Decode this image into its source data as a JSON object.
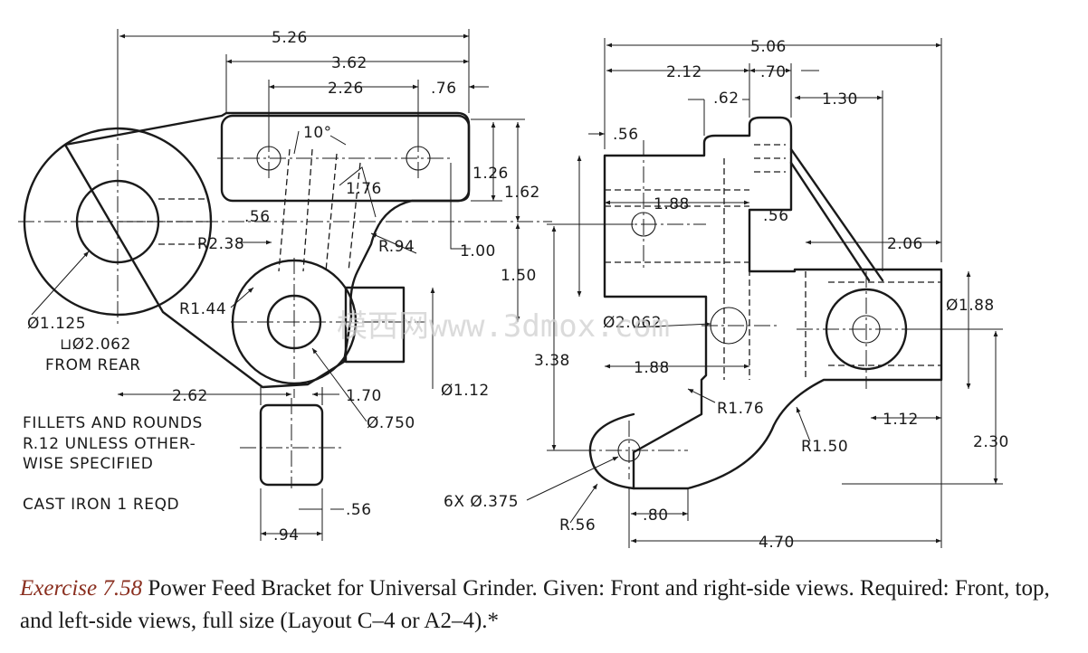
{
  "dims": {
    "d526": "5.26",
    "d362": "3.62",
    "d226": "2.26",
    "d076": ".76",
    "d10deg": "10°",
    "d126": "1.26",
    "d162": "1.62",
    "d176": "1.76",
    "d056": ".56",
    "d238": "R2.38",
    "d094r": "R.94",
    "d100": "1.00",
    "d150": "1.50",
    "d144": "R1.44",
    "d1125": "Ø1.125",
    "d2062": "⊔Ø2.062",
    "rear": "FROM REAR",
    "d262": "2.62",
    "d170": "1.70",
    "d112": "Ø1.12",
    "d750": "Ø.750",
    "d056b": ".56",
    "d094": ".94",
    "r506": "5.06",
    "r212": "2.12",
    "r070": ".70",
    "r062": ".62",
    "r130": "1.30",
    "r056": ".56",
    "r188": "1.88",
    "r056b": ".56",
    "r206": "2.06",
    "r188d": "Ø1.88",
    "r2062": "Ø2.062",
    "r338": "3.38",
    "r188b": "1.88",
    "r176": "R1.76",
    "r112": "1.12",
    "r150": "R1.50",
    "r230": "2.30",
    "r375": "6X Ø.375",
    "r056r": "R.56",
    "r080": ".80",
    "r470": "4.70"
  },
  "notes": {
    "line1": "FILLETS AND ROUNDS",
    "line2": "R.12  UNLESS OTHER-",
    "line3": "WISE  SPECIFIED",
    "material": "CAST IRON   1 REQD"
  },
  "watermark": "模西网www.3dmox.com",
  "caption": {
    "exercise": "Exercise 7.58",
    "text": " Power Feed Bracket for Universal Grinder. Given: Front and right-side views. Required: Front, top, and left-side views, full size (Layout C–4 or A2–4).*"
  }
}
